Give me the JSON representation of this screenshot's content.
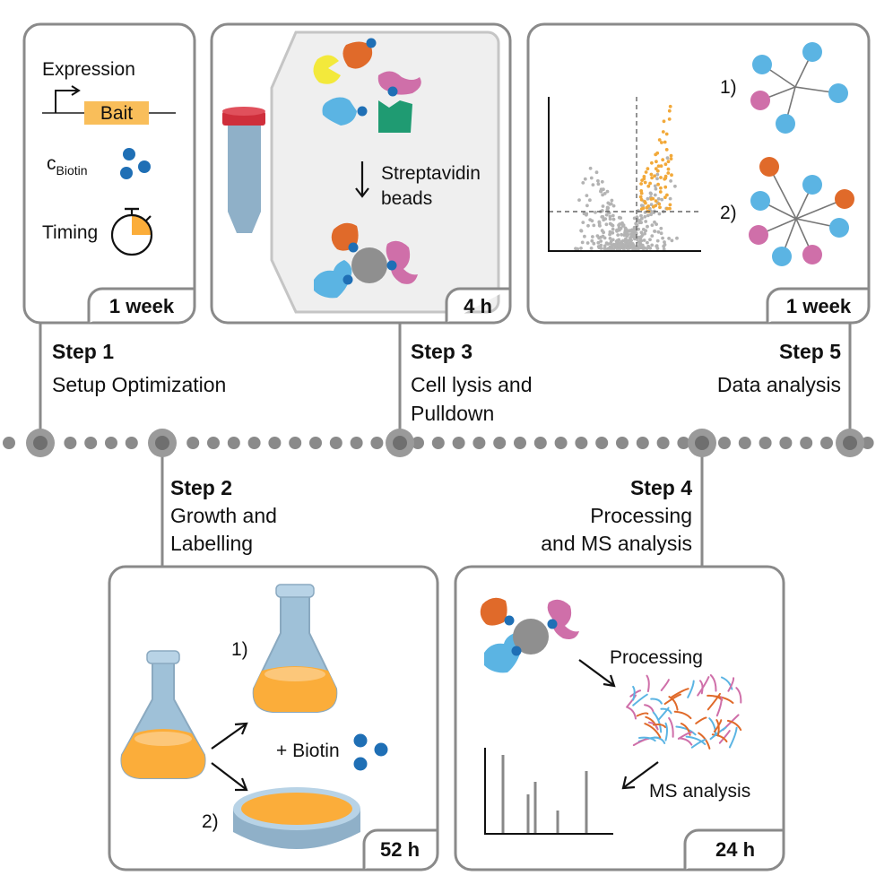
{
  "steps": [
    {
      "number": "Step 1",
      "title": "Setup Optimization",
      "title_lines": [
        "Setup Optimization"
      ],
      "duration": "1 week"
    },
    {
      "number": "Step 2",
      "title": "Growth and Labelling",
      "title_lines": [
        "Growth and",
        "Labelling"
      ],
      "duration": "52 h"
    },
    {
      "number": "Step 3",
      "title": "Cell lysis and Pulldown",
      "title_lines": [
        "Cell lysis and",
        "Pulldown"
      ],
      "duration": "4 h"
    },
    {
      "number": "Step 4",
      "title": "Processing and MS analysis",
      "title_lines": [
        "Processing",
        "and MS analysis"
      ],
      "duration": "24 h"
    },
    {
      "number": "Step 5",
      "title": "Data analysis",
      "title_lines": [
        "Data analysis"
      ],
      "duration": "1 week"
    }
  ],
  "panel1": {
    "expression_label": "Expression",
    "bait_label": "Bait",
    "c_label": "c",
    "c_subscript": "Biotin",
    "timing_label": "Timing"
  },
  "panel2": {
    "option1_label": "1)",
    "option2_label": "2)",
    "biotin_label": "+ Biotin"
  },
  "panel3": {
    "beads_label_line1": "Streptavidin",
    "beads_label_line2": "beads"
  },
  "panel4": {
    "processing_label": "Processing",
    "ms_label": "MS analysis"
  },
  "panel5": {
    "network1_label": "1)",
    "network2_label": "2)"
  },
  "colors": {
    "frame_gray": "#8a8a8a",
    "biotin_blue": "#1f6fb5",
    "bait_orange": "#f9be5a",
    "culture_orange": "#fbad3a",
    "protein_orange": "#e06a2a",
    "protein_pink": "#cf6fa9",
    "protein_light_blue": "#5bb4e3",
    "protein_yellow": "#f3e93b",
    "protein_green": "#1f9b72",
    "tube_cap_red": "#cf2e3b",
    "tube_body": "#8fb0c8",
    "significant_orange": "#f2a93a"
  }
}
